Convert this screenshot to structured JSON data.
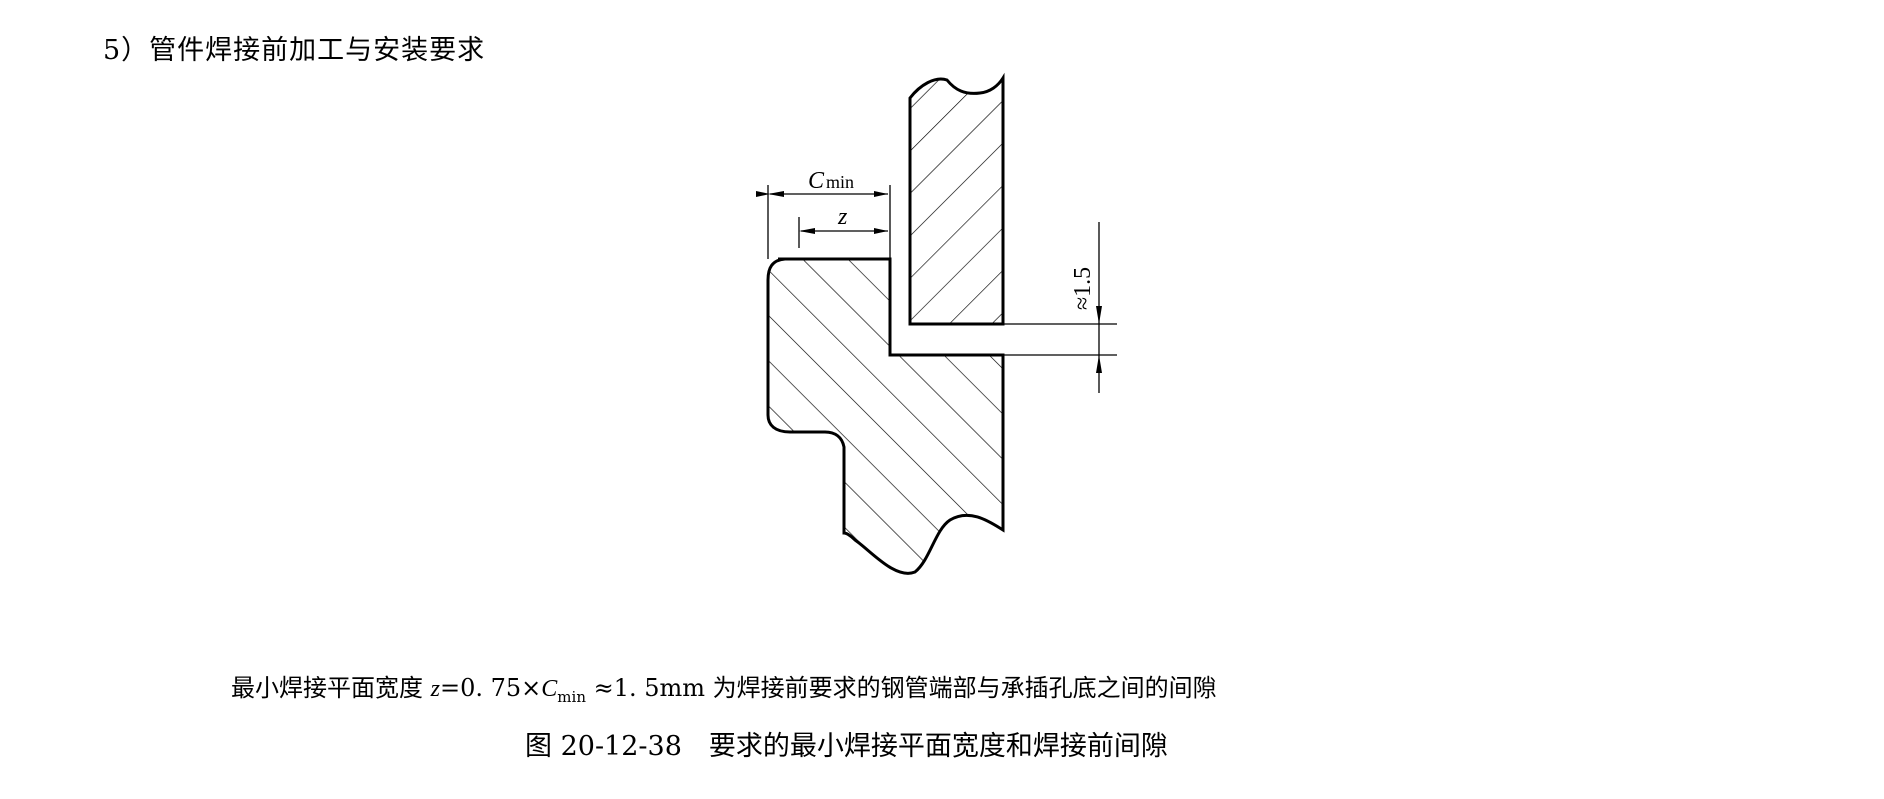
{
  "section_heading": "5）管件焊接前加工与安装要求",
  "diagram": {
    "dim_cmin_symbol": "C",
    "dim_cmin_subscript": "min",
    "dim_z_label": "z",
    "dim_gap_label": "≈1.5"
  },
  "caption_note": {
    "prefix": "最小焊接平面宽度 ",
    "formula_z": "z",
    "formula_mid": "=0. 75×",
    "formula_c": "C",
    "formula_sub": "min",
    "formula_tail": " ≈1. 5mm",
    "suffix": " 为焊接前要求的钢管端部与承插孔底之间的间隙"
  },
  "figure_caption": "图 20-12-38　要求的最小焊接平面宽度和焊接前间隙"
}
